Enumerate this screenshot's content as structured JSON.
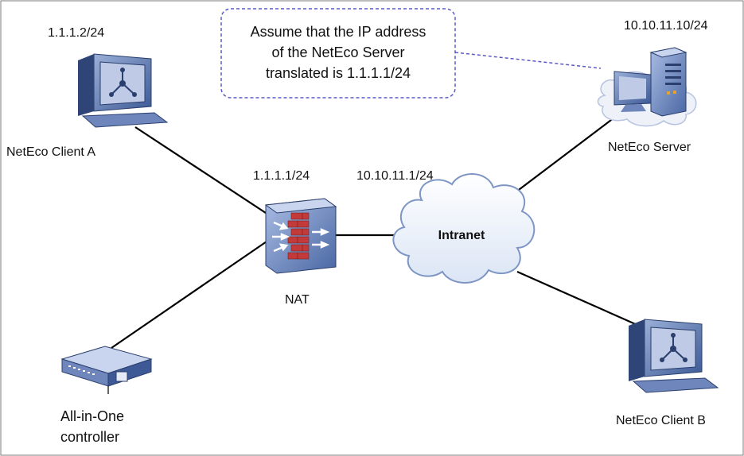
{
  "diagram": {
    "annotation": {
      "line1": "Assume that the IP address",
      "line2": "of the NetEco Server",
      "line3": "translated is 1.1.1.1/24"
    },
    "client_a": {
      "ip": "1.1.1.2/24",
      "name": "NetEco Client A"
    },
    "nat": {
      "ip_left": "1.1.1.1/24",
      "ip_right": "10.10.11.1/24",
      "name": "NAT"
    },
    "intranet": {
      "name": "Intranet"
    },
    "server": {
      "ip": "10.10.11.10/24",
      "name": "NetEco Server"
    },
    "client_b": {
      "name": "NetEco Client B"
    },
    "controller": {
      "line1": "All-in-",
      "line1b": "One",
      "line2": "controller"
    },
    "colors": {
      "border": "#7b7bc9",
      "cloud_fill": "#eef3fb",
      "cloud_stroke": "#7e96c4",
      "brick": "#c33a3a",
      "device_blue": "#5a78b4"
    }
  }
}
